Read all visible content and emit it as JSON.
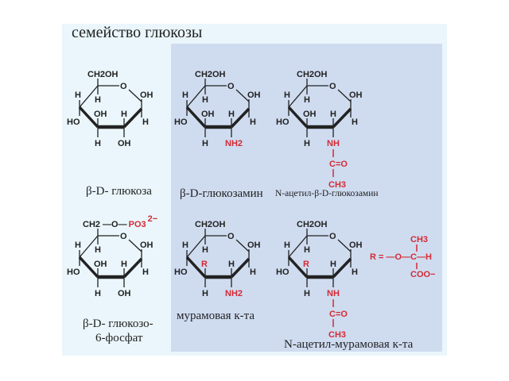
{
  "title": "семейство глюкозы",
  "colors": {
    "black": "#222222",
    "red": "#d42a35",
    "outer_bg": "#eaf6fb",
    "inner_bg": "#cfdcf0"
  },
  "molecules": [
    {
      "name": "beta-d-glucose",
      "row": 0,
      "col": 0,
      "ring_o": "O",
      "top": "CH2OH",
      "subs": {
        "c5_down": "H",
        "c4_up": "H",
        "c4_down": "HO",
        "c3_up": "OH",
        "c3_down": "H",
        "c2_up": "H",
        "c2_down": "OH",
        "c1_up": "OH",
        "c1_down": "H"
      },
      "red_subs": [],
      "acetyl": false
    },
    {
      "name": "beta-d-glucosamine",
      "row": 0,
      "col": 1,
      "ring_o": "O",
      "top": "CH2OH",
      "subs": {
        "c5_down": "H",
        "c4_up": "H",
        "c4_down": "HO",
        "c3_up": "OH",
        "c3_down": "H",
        "c2_up": "H",
        "c2_down": "NH2",
        "c1_up": "OH",
        "c1_down": "H"
      },
      "red_subs": [
        "c2_down"
      ],
      "acetyl": false
    },
    {
      "name": "n-acetyl-beta-d-glucosamine",
      "row": 0,
      "col": 2,
      "ring_o": "O",
      "top": "CH2OH",
      "subs": {
        "c5_down": "H",
        "c4_up": "H",
        "c4_down": "HO",
        "c3_up": "OH",
        "c3_down": "H",
        "c2_up": "H",
        "c2_down": "NH",
        "c1_up": "OH",
        "c1_down": "H"
      },
      "red_subs": [
        "c2_down"
      ],
      "acetyl": true
    },
    {
      "name": "beta-d-glucose-6-phosphate",
      "row": 1,
      "col": 0,
      "ring_o": "O",
      "top": "CH2 —O—",
      "top_red": "PO3",
      "top_charge": "2−",
      "subs": {
        "c5_down": "H",
        "c4_up": "H",
        "c4_down": "HO",
        "c3_up": "OH",
        "c3_down": "H",
        "c2_up": "H",
        "c2_down": "OH",
        "c1_up": "OH",
        "c1_down": "H"
      },
      "red_subs": [],
      "acetyl": false
    },
    {
      "name": "muramic-acid",
      "row": 1,
      "col": 1,
      "ring_o": "O",
      "top": "CH2OH",
      "subs": {
        "c5_down": "H",
        "c4_up": "H",
        "c4_down": "HO",
        "c3_up": "R",
        "c3_down": "H",
        "c2_up": "H",
        "c2_down": "NH2",
        "c1_up": "OH",
        "c1_down": "H"
      },
      "red_subs": [
        "c3_up",
        "c2_down"
      ],
      "acetyl": false
    },
    {
      "name": "n-acetyl-muramic-acid",
      "row": 1,
      "col": 2,
      "ring_o": "O",
      "top": "CH2OH",
      "subs": {
        "c5_down": "H",
        "c4_up": "H",
        "c4_down": "HO",
        "c3_up": "R",
        "c3_down": "H",
        "c2_up": "H",
        "c2_down": "NH",
        "c1_up": "OH",
        "c1_down": "H"
      },
      "red_subs": [
        "c3_up",
        "c2_down"
      ],
      "acetyl": true
    }
  ],
  "acetyl_group": {
    "carbonyl": "C=O",
    "methyl": "CH3"
  },
  "r_group": {
    "prefix": "R = —O—C—H",
    "top": "CH3",
    "bottom": "COO−"
  },
  "captions": {
    "glucose": "β-D- глюкоза",
    "glucosamine": "β-D-глюкозамин",
    "n_acetyl_glucosamine": "N-ацетил-β-D-глюкозамин",
    "glucose_6_phosphate_line1": "β-D- глюкозо-",
    "glucose_6_phosphate_line2": "6-фосфат",
    "muramic": "мурамовая к-та",
    "n_acetyl_muramic": "N-ацетил-мурамовая к-та"
  }
}
